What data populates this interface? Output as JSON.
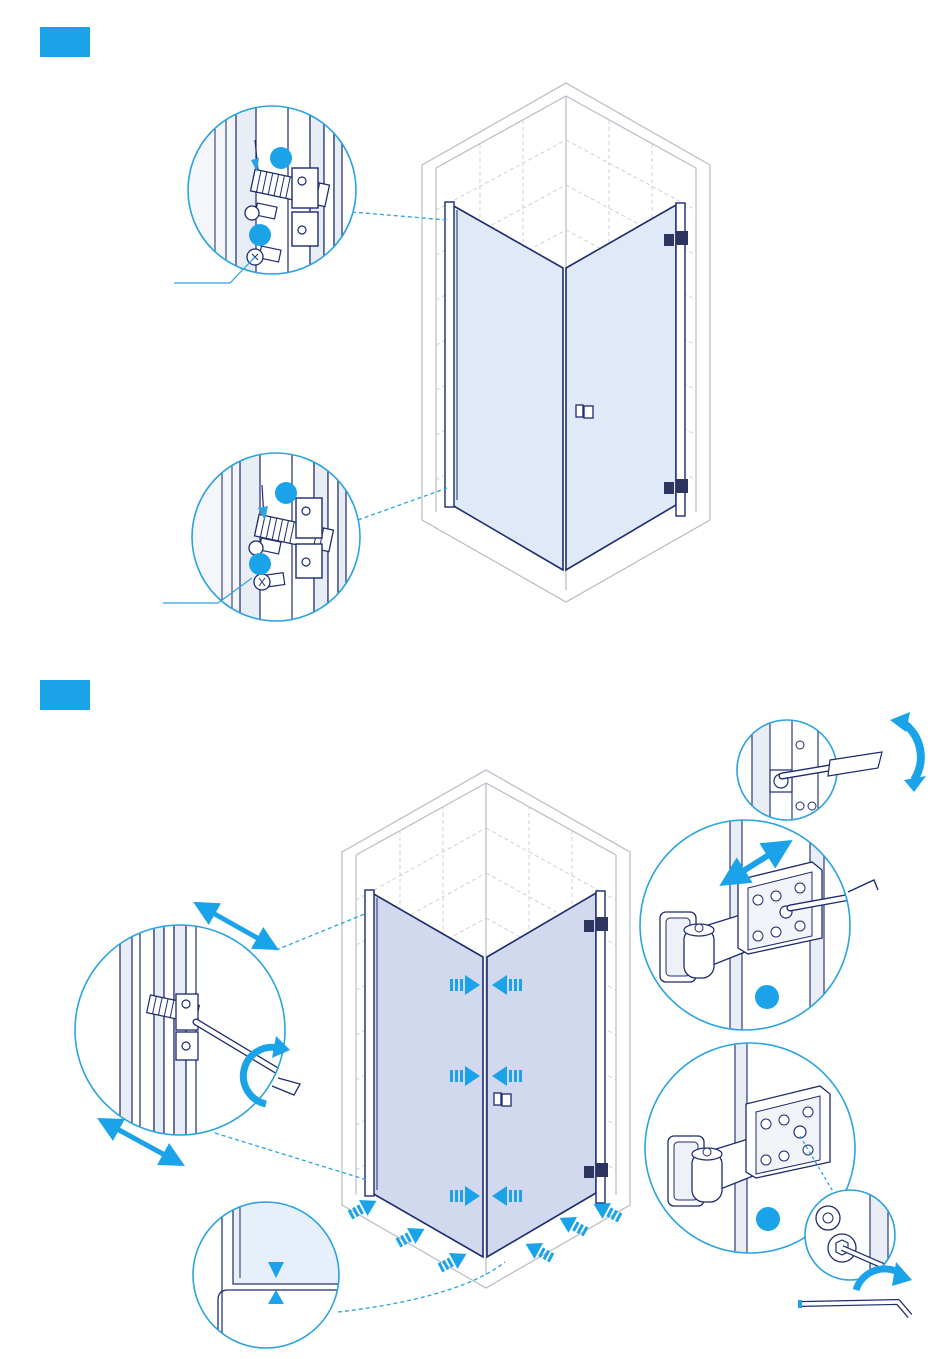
{
  "colors": {
    "accent": "#1aa3e8",
    "glass": "#dfe9f8",
    "glass_shaded": "#d2d8ee",
    "outline": "#1c2b6e",
    "wall_lines": "#b8bcc6",
    "tile_dash": "#c9ccd4",
    "callout_line": "#2aa3e0"
  },
  "step1": {
    "badge_icon": "step-marker-icon",
    "details": [
      "upper-wall-bracket-detail",
      "lower-wall-bracket-detail"
    ]
  },
  "step2": {
    "badge_icon": "step-marker-icon",
    "details": [
      "hinge-adjust-detail",
      "hinge-top-detail",
      "hinge-bottom-detail",
      "door-gap-detail",
      "wall-bracket-adjust-detail"
    ]
  }
}
